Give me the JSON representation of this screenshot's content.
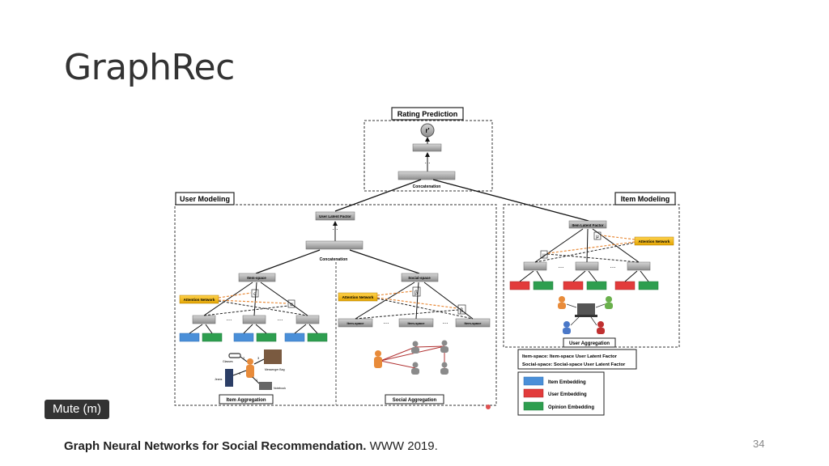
{
  "slide": {
    "title": "GraphRec",
    "page_number": "34",
    "citation_bold": "Graph Neural Networks for Social Recommendation.",
    "citation_rest": " WWW 2019.",
    "mute_button": "Mute (m)"
  },
  "diagram": {
    "rating_prediction": {
      "title": "Rating Prediction",
      "output": "r'",
      "concat": "Concatenation",
      "dots": "..."
    },
    "user_modeling": {
      "title": "User Modeling",
      "latent_factor": "User Latent Factor",
      "concat": "Concatenation",
      "item_space": "Item-space",
      "social_space": "Social-space",
      "attention": "Attention Network",
      "item_space_node": "Item-space",
      "item_aggregation": "Item Aggregation",
      "social_aggregation": "Social  Aggregation",
      "alpha": "α",
      "beta": "β",
      "dots": "...",
      "photo_labels": {
        "glasses": "Glasses",
        "bag": "Messenger Bag",
        "jeans": "Jeans",
        "notebook": "Notebook",
        "n1": "2",
        "n2": "3",
        "n3": "4",
        "n4": "1"
      }
    },
    "item_modeling": {
      "title": "Item Modeling",
      "latent_factor": "Item Latent Factor",
      "attention": "Attention Network",
      "mu": "μ",
      "user_aggregation": "User Aggregation",
      "dots": "..."
    },
    "definitions": {
      "line1": "Item-space:  Item-space User Latent Factor",
      "line2": "Social-space: Social-space User Latent Factor"
    },
    "legend": [
      {
        "label": "Item Embedding",
        "color": "#4a8fd8"
      },
      {
        "label": "User Embedding",
        "color": "#e23b3b"
      },
      {
        "label": "Opinion Embedding",
        "color": "#2e9e4f"
      }
    ]
  }
}
